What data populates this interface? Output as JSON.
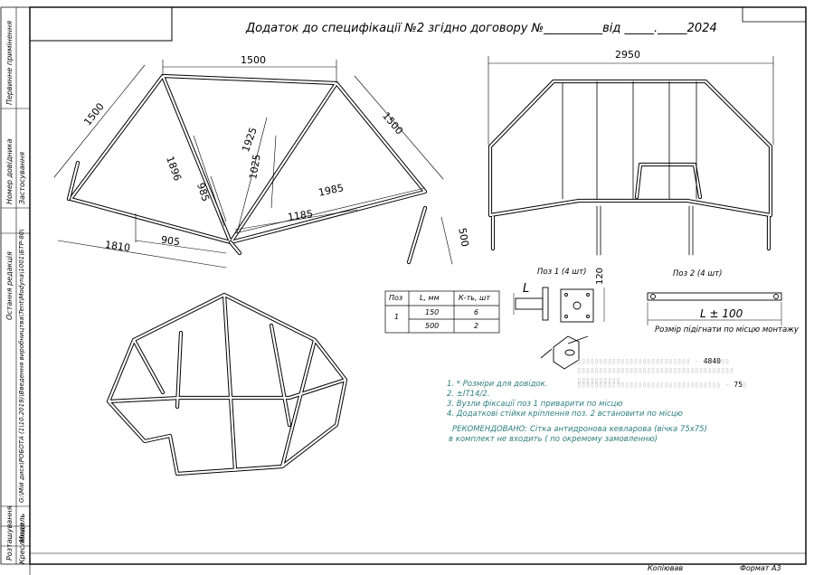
{
  "title": "Додаток до специфікації №2 згідно договору №__________від _____._____2024",
  "side_labels": {
    "first_use": "Первинне примінення",
    "ref_number": "Номер довідника",
    "ref_application": "Застосування",
    "last_edit": "Остання редакція",
    "file_path": "G:\\Мій диск\\РОБОТА (1\\10.2019)\\Введення виробництва\\Tent\\Modyna\\1001\\БТР-80\\",
    "format_design": "Розташування",
    "model": "Модель",
    "drawing": "Креслення"
  },
  "iso_dims": {
    "d1500_top": "1500",
    "d1500_left": "1500",
    "d1500_right": "1500",
    "d1925": "1925",
    "d1896": "1896",
    "d1025": "1025",
    "d985": "985",
    "d1985": "1985",
    "d1185": "1185",
    "d1810": "1810",
    "d905": "905",
    "d500": "500"
  },
  "front_view": {
    "width_dim": "2950"
  },
  "part1": {
    "label": "Поз 1 (4 шт)",
    "height_dim": "120",
    "l_dim": "L"
  },
  "part2": {
    "label": "Поз 2 (4 шт)",
    "length_dim": "L ± 100",
    "note": "Розмір підігнати по місцю монтажу"
  },
  "table": {
    "headers": [
      "Поз",
      "L, мм",
      "К-ть, шт"
    ],
    "pos": "1",
    "rows": [
      {
        "l": "150",
        "qty": "6"
      },
      {
        "l": "500",
        "qty": "2"
      }
    ]
  },
  "measurements": {
    "value1": "4840",
    "value2": "75"
  },
  "notes": [
    "1. * Розміри для довідок.",
    "2. ±IT14/2.",
    "3. Вузли фіксації поз 1 приварити по місцю",
    "4. Додаткові стійки кріплення поз. 2 встановити по місцю"
  ],
  "recommendation": [
    "РЕКОМЕНДОВАНО: Сітка антидронова кевларова (вічка 75x75)",
    "в комплект не входить ( по окремому замовленню)"
  ],
  "footer": {
    "copied": "Копіював",
    "format": "Формат  А3"
  },
  "colors": {
    "line": "#000000",
    "note_text": "#2e7d7d"
  }
}
